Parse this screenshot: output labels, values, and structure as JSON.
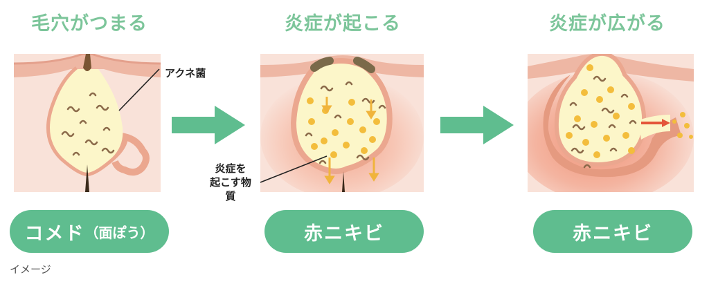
{
  "stages": [
    {
      "title": "毛穴がつまる",
      "label_main": "コメド",
      "label_sub": "（面ぽう）"
    },
    {
      "title": "炎症が起こる",
      "label_main": "赤ニキビ",
      "label_sub": ""
    },
    {
      "title": "炎症が広がる",
      "label_main": "赤ニキビ",
      "label_sub": ""
    }
  ],
  "callouts": {
    "bacteria": "アクネ菌",
    "substance_line1": "炎症を",
    "substance_line2": "起こす物質"
  },
  "note": "イメージ",
  "colors": {
    "title_green": "#7cc59a",
    "pill_green": "#5fbd8f",
    "skin": "#f8e0d8",
    "sebum": "#fcf6c9",
    "dot": "#f3bd3c",
    "arrow_green": "#5fbd8f"
  }
}
